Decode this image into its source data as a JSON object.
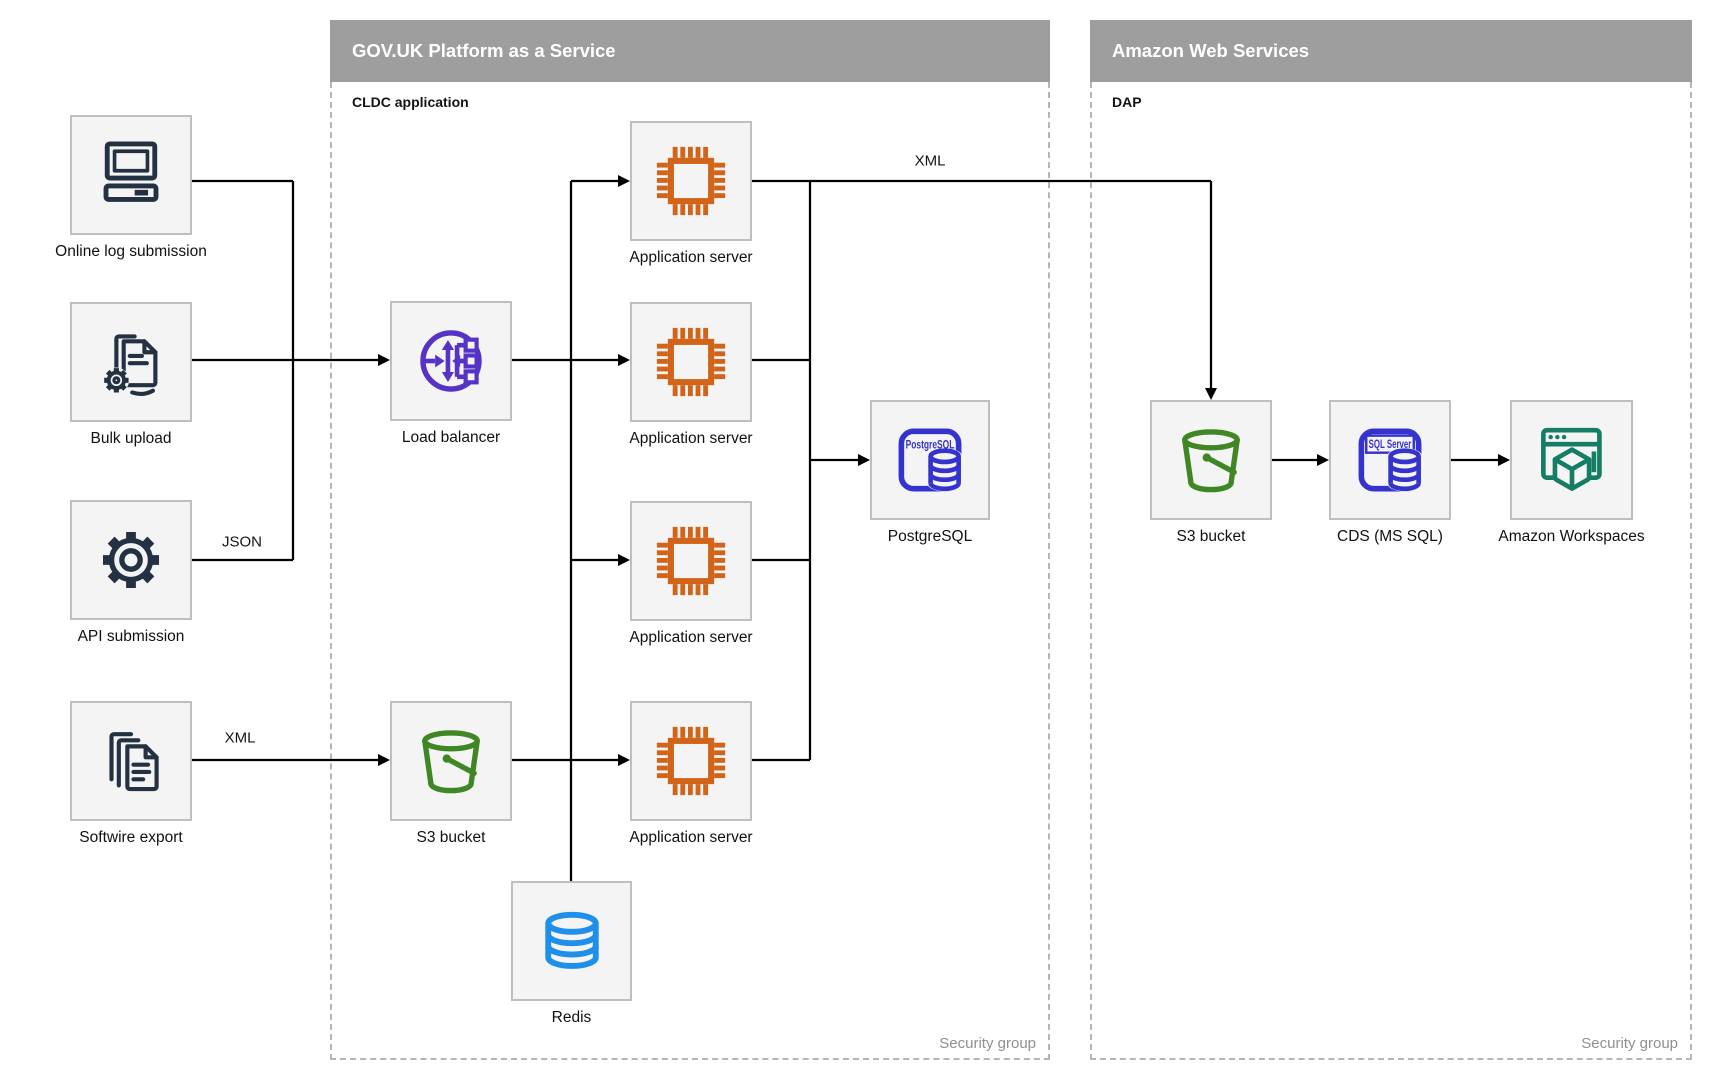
{
  "diagram": {
    "regions": {
      "paas": {
        "title": "GOV.UK Platform as a Service",
        "sublabel": "CLDC application",
        "footer": "Security group"
      },
      "aws": {
        "title": "Amazon Web Services",
        "sublabel": "DAP",
        "footer": "Security group"
      }
    },
    "nodes": {
      "online_log": {
        "label": "Online log submission",
        "icon": "computer-icon"
      },
      "bulk_upload": {
        "label": "Bulk upload",
        "icon": "document-gear-icon"
      },
      "api_submission": {
        "label": "API submission",
        "icon": "gear-icon"
      },
      "softwire_export": {
        "label": "Softwire export",
        "icon": "documents-icon"
      },
      "load_balancer": {
        "label": "Load balancer",
        "icon": "load-balancer-icon"
      },
      "app_server_1": {
        "label": "Application server",
        "icon": "chip-icon"
      },
      "app_server_2": {
        "label": "Application server",
        "icon": "chip-icon"
      },
      "app_server_3": {
        "label": "Application server",
        "icon": "chip-icon"
      },
      "app_server_4": {
        "label": "Application server",
        "icon": "chip-icon"
      },
      "postgresql": {
        "label": "PostgreSQL",
        "icon_text": "PostgreSQL",
        "icon": "postgresql-icon"
      },
      "s3_bucket_paas": {
        "label": "S3 bucket",
        "icon": "s3-bucket-icon"
      },
      "redis": {
        "label": "Redis",
        "icon": "redis-icon"
      },
      "s3_bucket_aws": {
        "label": "S3 bucket",
        "icon": "s3-bucket-icon"
      },
      "cds": {
        "label": "CDS (MS SQL)",
        "icon_text": "SQL Server",
        "icon": "sql-server-icon"
      },
      "workspaces": {
        "label": "Amazon Workspaces",
        "icon": "workspaces-icon"
      }
    },
    "edge_labels": {
      "api_to_app": "JSON",
      "softwire_to_s3": "XML",
      "app_to_dap": "XML"
    },
    "colors": {
      "region_header": "#9e9e9e",
      "node_bg": "#f4f4f4",
      "node_border": "#bfbfbf",
      "connector": "#000000",
      "security_label": "#8f8f8f",
      "icon_navy": "#243143",
      "icon_purple": "#5633c6",
      "icon_orange": "#d2641a",
      "icon_indigo": "#3533cd",
      "icon_green": "#3f8624",
      "icon_blue": "#1e8fea",
      "icon_teal": "#147d64"
    }
  }
}
